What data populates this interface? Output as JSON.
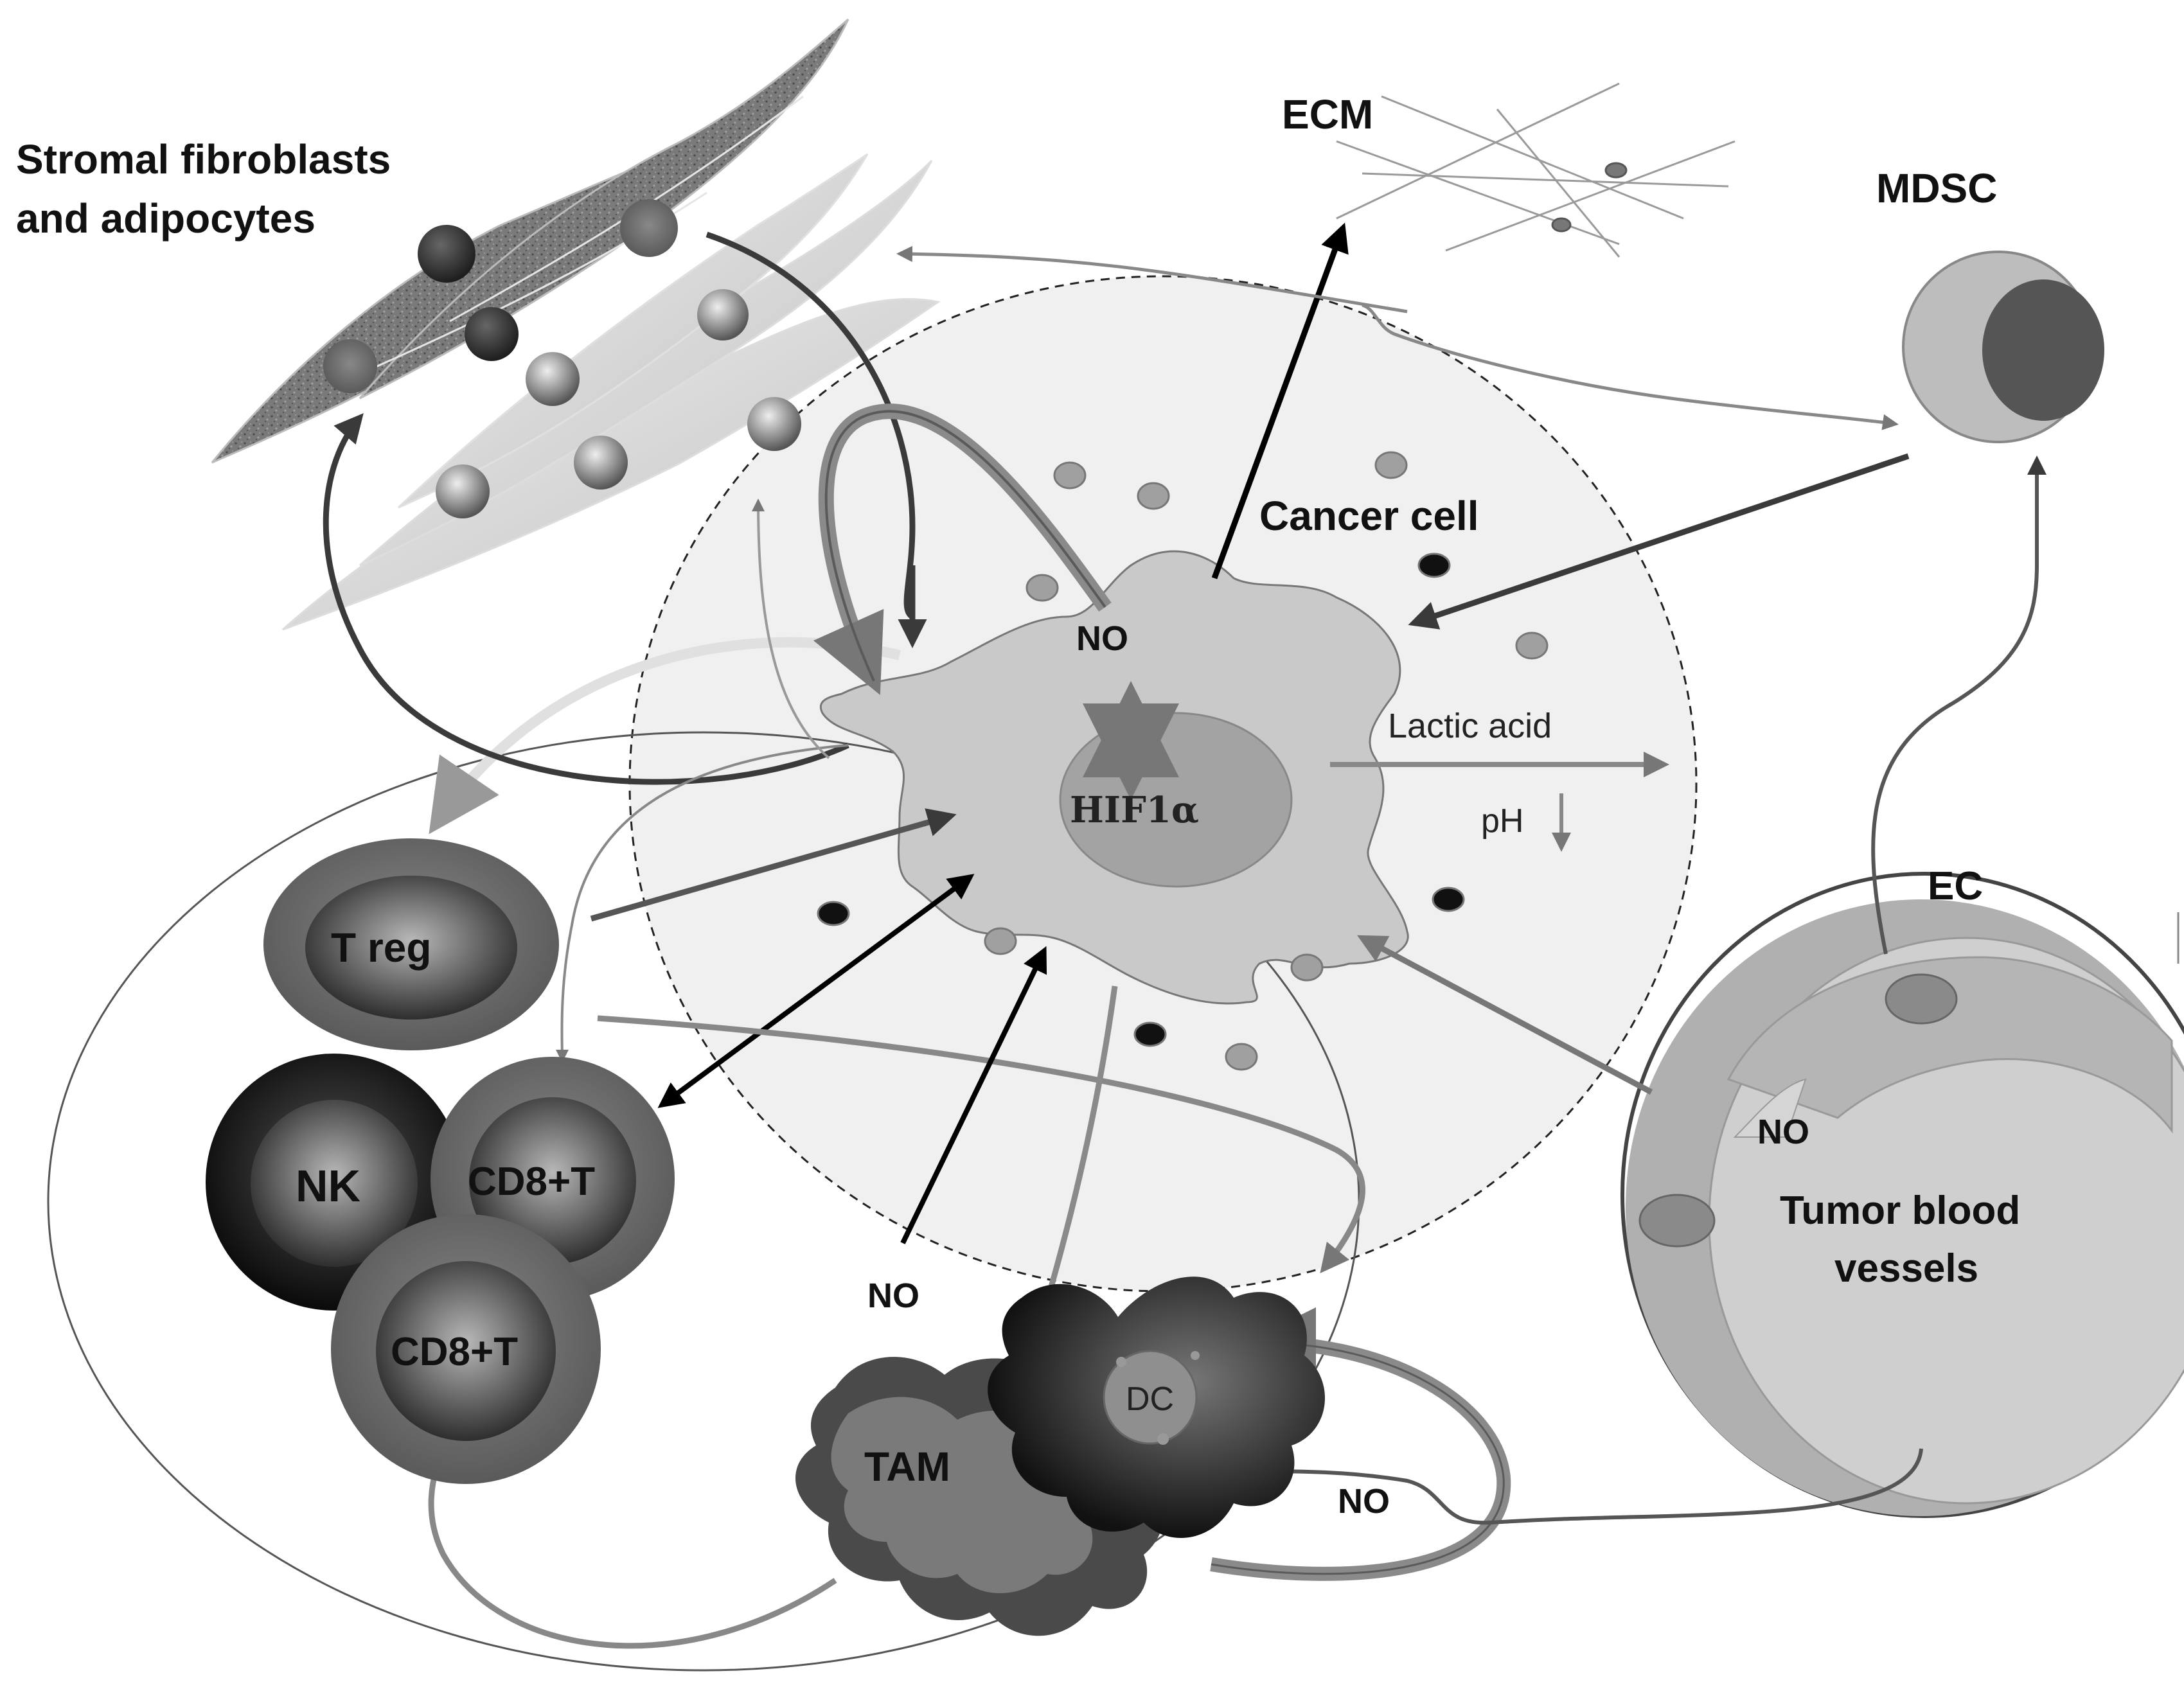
{
  "labels": {
    "stromal": [
      "Stromal fibroblasts",
      "and adipocytes"
    ],
    "ecm": "ECM",
    "mdsc": "MDSC",
    "cancer_cell": "Cancer cell",
    "no_top": "NO",
    "hif": "HIF1α",
    "lactic_acid": "Lactic acid",
    "ph": "pH",
    "ec": "EC",
    "no_vessel": "NO",
    "tumor_vessels": [
      "Tumor blood",
      "vessels"
    ],
    "treg": "T reg",
    "nk": "NK",
    "cd8_a": "CD8+T",
    "cd8_b": "CD8+T",
    "no_bottom": "NO",
    "tam": "TAM",
    "dc": "DC",
    "no_dc": "NO"
  },
  "colors": {
    "dark_arrow": "#3a3a3a",
    "mid_arrow": "#777777",
    "light_arrow": "#9a9a9a",
    "cancer_zone": "#f0f0f0",
    "cancer_cell": "#c9c9c9",
    "nucleus": "#a3a3a3"
  }
}
